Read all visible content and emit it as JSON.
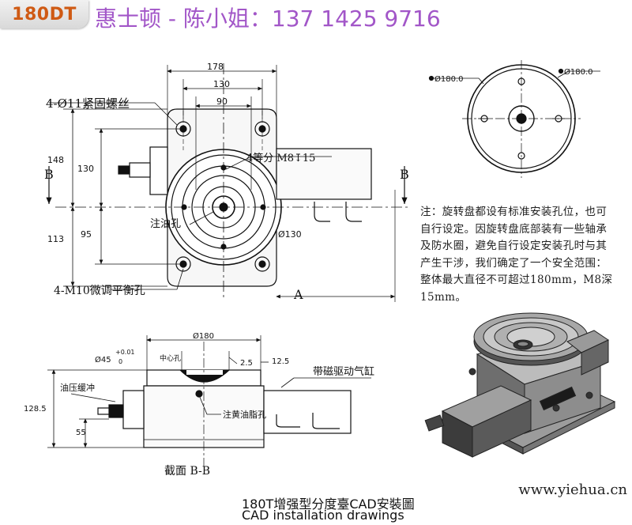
{
  "header": {
    "badge": "180DT",
    "contact": "惠士顿 - 陈小姐：137 1425 9716"
  },
  "top_view": {
    "dim_178": "178",
    "dim_130": "130",
    "dim_90": "90",
    "dim_148": "148",
    "dim_130v": "130",
    "dim_113": "113",
    "dim_95": "95",
    "bolt_label": "4-Ø11紧固螺丝",
    "thread_label": "4等分 M8↧15",
    "level_label": "4-M10微调平衡孔",
    "oil_label": "注油孔",
    "dia_label": "Ø130",
    "section_b_left": "B",
    "section_b_right": "B",
    "a_label": "A"
  },
  "circle_view": {
    "left_dim": "Ø180.0",
    "right_dim": "Ø180.0"
  },
  "note": "注：旋转盘都设有标准安装孔位，也可自行设定。因旋转盘底部装有一些轴承及防水圈，避免自行设定安装孔时与其产生干涉，我们确定了一个安全范围：整体最大直径不可超过180mm，M8深15mm。",
  "section_view": {
    "dia_180": "Ø180",
    "dia_45": "Ø45",
    "tol_upper": "+0.01",
    "tol_lower": "0",
    "center_hole": "中心孔",
    "dim_2_5": "2.5",
    "dim_12_5": "12.5",
    "air_label": "带磁驱动气缸",
    "oil_buffer": "油压缓冲",
    "grease_label": "注黄油脂孔",
    "dim_128_5": "128.5",
    "dim_55": "55",
    "section_label": "截面 B-B"
  },
  "caption": {
    "title_cn": "180T增强型分度臺CAD安裝圖",
    "title_en": "CAD installation drawings"
  },
  "watermark": "www.yiehua.cn"
}
